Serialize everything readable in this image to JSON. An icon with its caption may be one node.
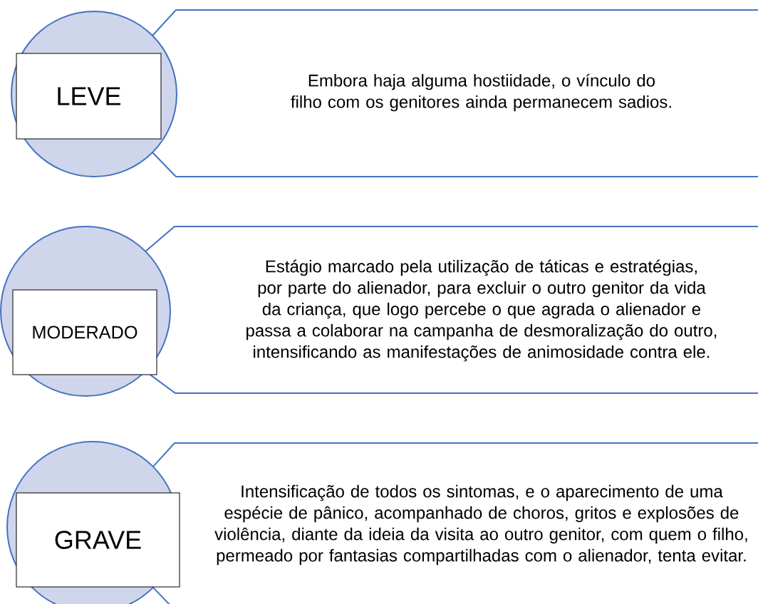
{
  "diagram": {
    "nodes": [
      {
        "text": [
          "LEVE"
        ]
      },
      {
        "text": [
          "Embora haja alguma hostiidade, o vínculo do filho com os genitores ainda permanecem sadios."
        ]
      },
      {
        "text": [
          "MODERADO"
        ]
      },
      {
        "text": [
          "Estágio marcado pela utilização de táticas e estratégias, por parte do alienador, para excluir o outro genitor da vida da criança, que logo percebe o que agrada o alienador e passa a colaborar na campanha de desmoralização do outro, intensificando as manifestações de animosidade contra ele."
        ]
      },
      {
        "text": [
          "GRAVE"
        ]
      },
      {
        "text": [
          "Intensificação de todos os sintomas, e o aparecimento de uma espécie de pânico, acompanhado de choros, gritos e explosões de violência, diante da ideia da visita ao outro genitor, com quem o filho, permeado por fantasias compartilhadas com o alienador, tenta evitar."
        ]
      }
    ]
  }
}
